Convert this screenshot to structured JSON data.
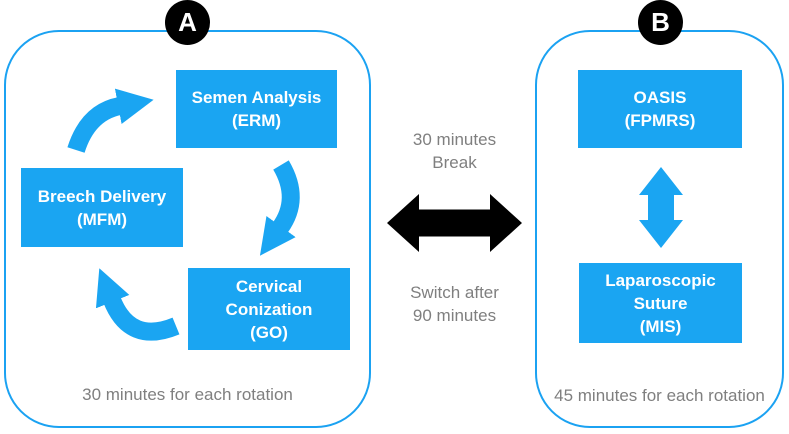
{
  "panel_a": {
    "badge": "A",
    "boxes": {
      "semen": {
        "line1": "Semen Analysis",
        "line2": "(ERM)"
      },
      "breech": {
        "line1": "Breech Delivery",
        "line2": "(MFM)"
      },
      "cervical": {
        "line1": "Cervical",
        "line2": "Conization",
        "line3": "(GO)"
      }
    },
    "caption": "30 minutes for each rotation"
  },
  "middle": {
    "break_line1": "30 minutes",
    "break_line2": "Break",
    "switch_line1": "Switch after",
    "switch_line2": "90 minutes"
  },
  "panel_b": {
    "badge": "B",
    "boxes": {
      "oasis": {
        "line1": "OASIS",
        "line2": "(FPMRS)"
      },
      "mis": {
        "line1": "Laparoscopic",
        "line2": "Suture",
        "line3": "(MIS)"
      }
    },
    "caption": "45 minutes for each rotation"
  },
  "colors": {
    "accent_blue": "#1aa5f2",
    "border_blue": "#1ba2f2",
    "badge_black": "#000000",
    "caption_gray": "#7f7f7f",
    "box_text_white": "#ffffff"
  }
}
